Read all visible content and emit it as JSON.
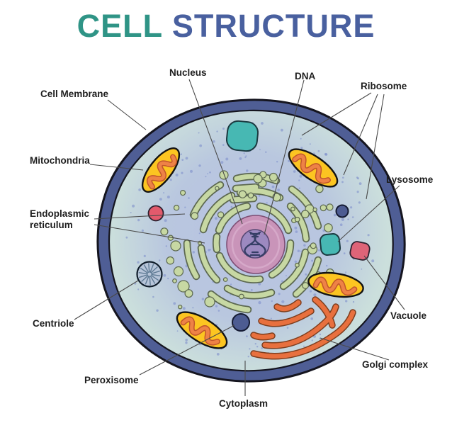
{
  "title": {
    "part1": "CELL",
    "part2": "STRUCTURE"
  },
  "labels": {
    "cell_membrane": "Cell Membrane",
    "nucleus": "Nucleus",
    "dna": "DNA",
    "ribosome": "Ribosome",
    "mitochondria": "Mitochondria",
    "endoplasmic_reticulum": "Endoplasmic reticulum",
    "lysosome": "Lysosome",
    "centriole": "Centriole",
    "vacuole": "Vacuole",
    "peroxisome": "Peroxisome",
    "golgi_complex": "Golgi complex",
    "cytoplasm": "Cytoplasm"
  },
  "colors": {
    "title_teal": "#2F9486",
    "title_blue": "#49609F",
    "label_text": "#1E1E1E",
    "leader_line": "#4A4A4A",
    "membrane": "#4F5E95",
    "membrane_outline": "#15151F",
    "cytoplasm_center": "#B8C2E3",
    "cytoplasm_mid": "#B9C7DF",
    "cytoplasm_edge": "#CBDFDC",
    "speckle": "#7E90CB",
    "er_fill": "#C7D8A3",
    "er_outline": "#5C6850",
    "nucleus": "#C994B9",
    "nucleolus": "#9C89C0",
    "dna": "#363E66",
    "mito_body": "#FCC521",
    "mito_crista": "#EE8246",
    "mito_crista_outline": "#C1562B",
    "golgi": "#E8703E",
    "golgi_outline": "#7E3E1E",
    "teal_organelle": "#47B8B3",
    "red_organelle": "#E25A6C",
    "vacuole_pink": "#DE6478",
    "navy_organelle": "#4D5C92"
  }
}
